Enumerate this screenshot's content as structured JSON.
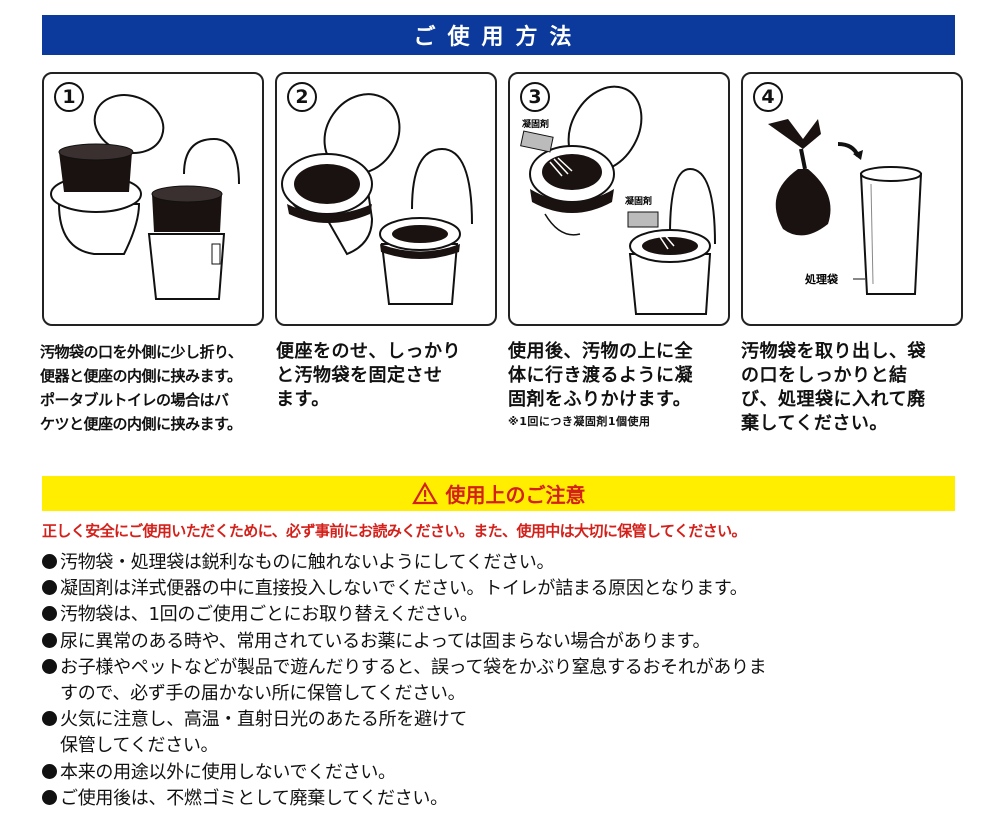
{
  "header": {
    "title": "ご使用方法"
  },
  "steps": [
    {
      "number": "1",
      "lines": [
        "汚物袋の口を外側に少し折り、",
        "便器と便座の内側に挟みます。",
        "ポータブルトイレの場合はバ",
        "ケツと便座の内側に挟みます。"
      ]
    },
    {
      "number": "2",
      "lines": [
        "便座をのせ、しっかり",
        "と汚物袋を固定させ",
        "ます。"
      ]
    },
    {
      "number": "3",
      "lines": [
        "使用後、汚物の上に全",
        "体に行き渡るように凝",
        "固剤をふりかけます。"
      ],
      "note": "※1回につき凝固剤1個使用",
      "labels": [
        "凝固剤",
        "凝固剤"
      ]
    },
    {
      "number": "4",
      "lines": [
        "汚物袋を取り出し、袋",
        "の口をしっかりと結",
        "び、処理袋に入れて廃",
        "棄してください。"
      ],
      "label": "処理袋"
    }
  ],
  "caution": {
    "title": "使用上のご注意",
    "intro": "正しく安全にご使用いただくために、必ず事前にお読みください。また、使用中は大切に保管してください。",
    "items": [
      {
        "lines": [
          "汚物袋・処理袋は鋭利なものに触れないようにしてください。"
        ]
      },
      {
        "lines": [
          "凝固剤は洋式便器の中に直接投入しないでください。トイレが詰まる原因となります。"
        ]
      },
      {
        "lines": [
          "汚物袋は、1回のご使用ごとにお取り替えください。"
        ]
      },
      {
        "lines": [
          "尿に異常のある時や、常用されているお薬によっては固まらない場合があります。"
        ]
      },
      {
        "lines": [
          "お子様やペットなどが製品で遊んだりすると、誤って袋をかぶり窒息するおそれがありま",
          "すので、必ず手の届かない所に保管してください。"
        ]
      },
      {
        "lines": [
          "火気に注意し、高温・直射日光のあたる所を避けて",
          "保管してください。"
        ]
      },
      {
        "lines": [
          "本来の用途以外に使用しないでください。"
        ]
      },
      {
        "lines": [
          "ご使用後は、不燃ゴミとして廃棄してください。"
        ]
      }
    ]
  },
  "colors": {
    "header_blue": "#0b3a9c",
    "warning_yellow": "#ffee00",
    "warning_red": "#d4201a"
  }
}
